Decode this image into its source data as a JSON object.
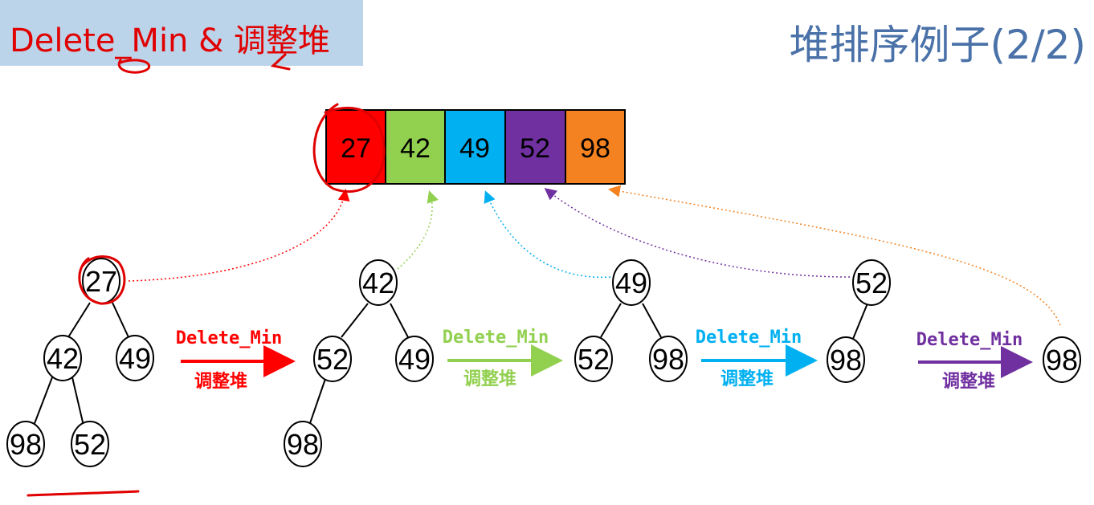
{
  "header": {
    "title": "Delete_Min & 调整堆",
    "page_title": "堆排序例子(2/2)"
  },
  "array": {
    "cells": [
      {
        "value": "27",
        "color": "#ff0000"
      },
      {
        "value": "42",
        "color": "#92d050"
      },
      {
        "value": "49",
        "color": "#00b0f0"
      },
      {
        "value": "52",
        "color": "#7030a0"
      },
      {
        "value": "98",
        "color": "#f58220"
      }
    ]
  },
  "trees": [
    {
      "nodes": [
        "27",
        "42",
        "49",
        "98",
        "52"
      ]
    },
    {
      "nodes": [
        "42",
        "52",
        "49",
        "98"
      ]
    },
    {
      "nodes": [
        "49",
        "52",
        "98"
      ]
    },
    {
      "nodes": [
        "52",
        "98"
      ]
    },
    {
      "nodes": [
        "98"
      ]
    }
  ],
  "steps": [
    {
      "label": "Delete_Min",
      "sub": "调整堆",
      "color": "#ff0000"
    },
    {
      "label": "Delete_Min",
      "sub": "调整堆",
      "color": "#92d050"
    },
    {
      "label": "Delete_Min",
      "sub": "调整堆",
      "color": "#00b0f0"
    },
    {
      "label": "Delete_Min",
      "sub": "调整堆",
      "color": "#7030a0"
    }
  ],
  "annotation_color": "#e00000"
}
